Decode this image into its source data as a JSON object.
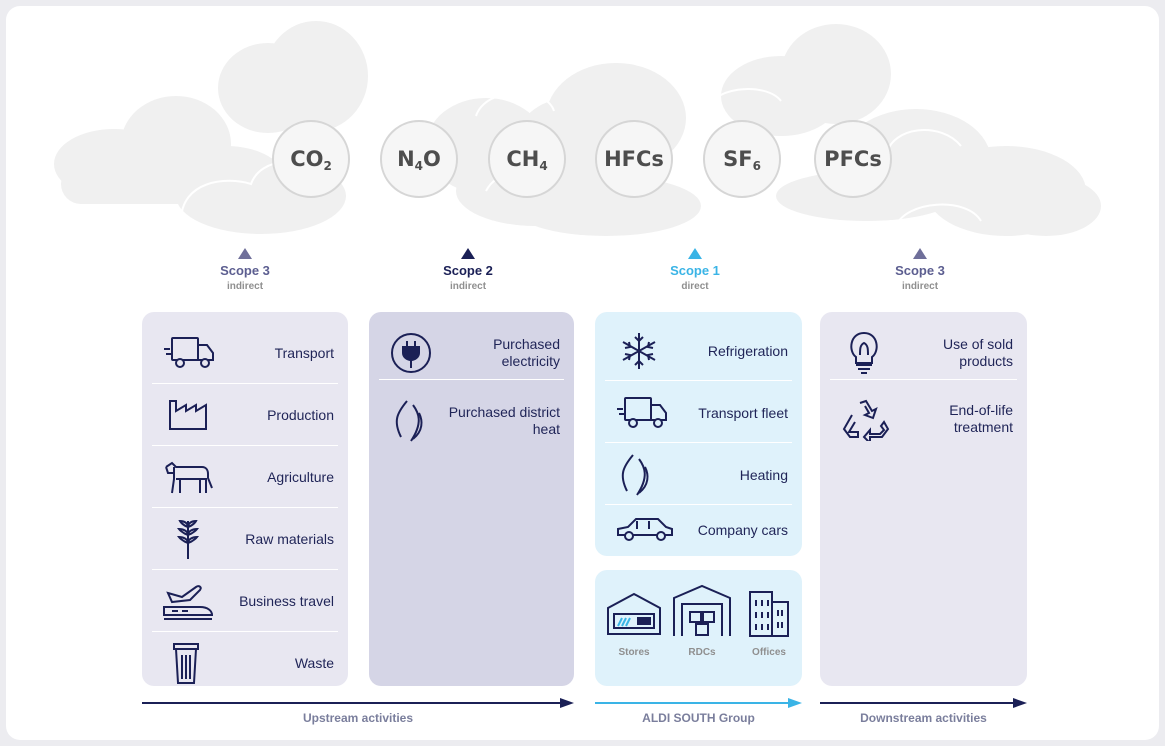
{
  "gases": [
    {
      "base": "CO",
      "sub": "2"
    },
    {
      "base": "N",
      "sub": "4",
      "tail": "O"
    },
    {
      "base": "CH",
      "sub": "4"
    },
    {
      "base": "HFCs",
      "sub": ""
    },
    {
      "base": "SF",
      "sub": "6"
    },
    {
      "base": "PFCs",
      "sub": ""
    }
  ],
  "scopes": [
    {
      "title": "Scope 3",
      "type": "indirect",
      "color": "#5c5e90"
    },
    {
      "title": "Scope 2",
      "type": "indirect",
      "color": "#1b2056"
    },
    {
      "title": "Scope 1",
      "type": "direct",
      "color": "#3ab4e6"
    },
    {
      "title": "Scope 3",
      "type": "indirect",
      "color": "#5c5e90"
    }
  ],
  "upstream": {
    "items": [
      {
        "label": "Transport",
        "icon": "truck-icon"
      },
      {
        "label": "Production",
        "icon": "factory-icon"
      },
      {
        "label": "Agriculture",
        "icon": "cow-icon"
      },
      {
        "label": "Raw materials",
        "icon": "wheat-icon"
      },
      {
        "label": "Business travel",
        "icon": "plane-train-icon"
      },
      {
        "label": "Waste",
        "icon": "trash-bin-icon"
      }
    ]
  },
  "scope2": {
    "items": [
      {
        "label": "Purchased electricity",
        "icon": "plug-icon"
      },
      {
        "label": "Purchased district heat",
        "icon": "flame-icon"
      }
    ]
  },
  "scope1": {
    "items": [
      {
        "label": "Refrigeration",
        "icon": "snowflake-icon"
      },
      {
        "label": "Transport fleet",
        "icon": "truck-icon"
      },
      {
        "label": "Heating",
        "icon": "flame-icon"
      },
      {
        "label": "Company cars",
        "icon": "car-icon"
      }
    ],
    "buildings": [
      {
        "label": "Stores",
        "icon": "store-icon"
      },
      {
        "label": "RDCs",
        "icon": "warehouse-icon"
      },
      {
        "label": "Offices",
        "icon": "office-icon"
      }
    ]
  },
  "downstream": {
    "items": [
      {
        "label": "Use of sold products",
        "icon": "lightbulb-icon"
      },
      {
        "label": "End-of-life treatment",
        "icon": "recycle-icon"
      }
    ]
  },
  "arrows": [
    {
      "label": "Upstream activities",
      "color": "#1b2056"
    },
    {
      "label": "ALDI SOUTH Group",
      "color": "#3ab4e6"
    },
    {
      "label": "Downstream activities",
      "color": "#1b2056"
    }
  ],
  "colors": {
    "navy": "#1b2056",
    "scope3_panel": "#e8e7f1",
    "scope2_panel": "#d5d5e6",
    "scope1_panel": "#dff2fb",
    "cloud": "#f0f0f0",
    "gas_border": "#d6d6d6"
  }
}
